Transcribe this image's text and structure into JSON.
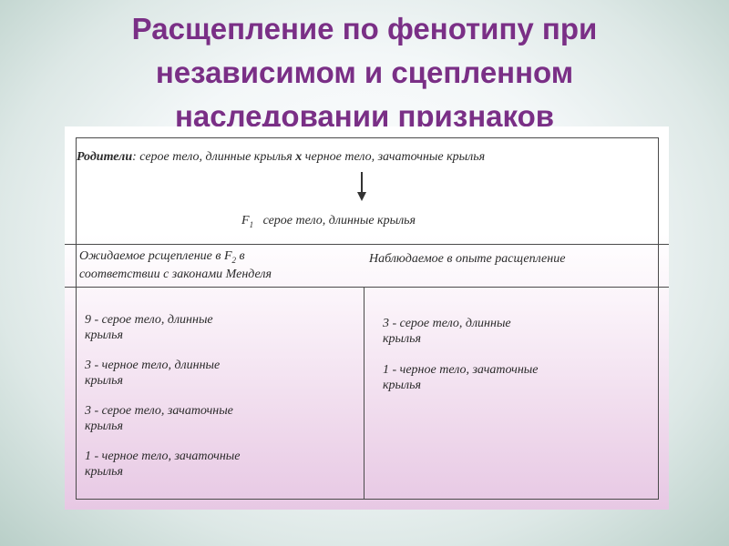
{
  "title": {
    "line1": "Расщепление по фенотипу при",
    "line2": "независимом и сцепленном",
    "line3": "наследовании признаков"
  },
  "table": {
    "parents_label": "Родители",
    "parents_text": ": серое тело, длинные крылья",
    "cross_symbol": "х",
    "parents_text2": "черное тело, зачаточные крылья",
    "f1_label": "F",
    "f1_sub": "1",
    "f1_text": "серое тело, длинные крылья",
    "expected_header_line1": "Ожидаемое рсщепление в F",
    "expected_header_sub": "2",
    "expected_header_line1_end": " в",
    "expected_header_line2": "соответствии с законами Менделя",
    "observed_header": "Наблюдаемое в опыте расщепление",
    "expected_items": [
      {
        "line1": "9 - серое тело, длинные",
        "line2": "крылья"
      },
      {
        "line1": "3 - черное тело, длинные",
        "line2": "крылья"
      },
      {
        "line1": "3 - серое тело, зачаточные",
        "line2": "крылья"
      },
      {
        "line1": "1 - черное тело, зачаточные",
        "line2": "крылья"
      }
    ],
    "observed_items": [
      {
        "line1": "3 - серое тело, длинные",
        "line2": "крылья"
      },
      {
        "line1": "1 - черное тело, зачаточные",
        "line2": "крылья"
      }
    ]
  },
  "colors": {
    "title": "#7a2f86",
    "panel_pink": "#e7c8e4",
    "lines": "#4a4a4a"
  }
}
